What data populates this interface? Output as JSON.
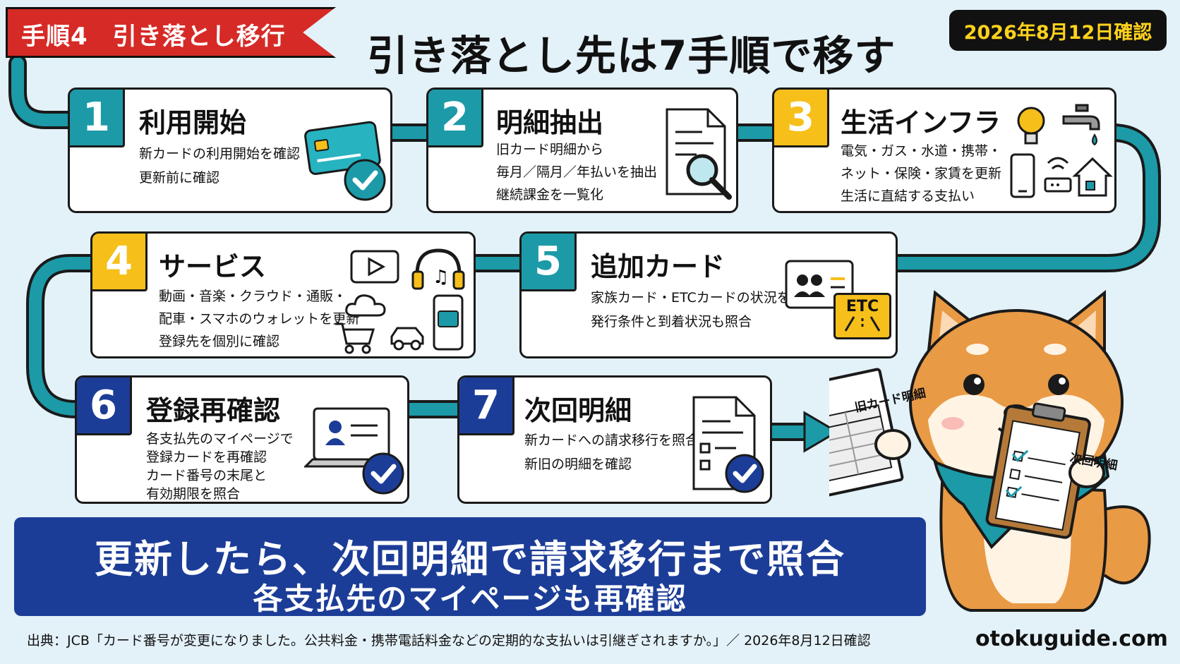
{
  "header": {
    "ribbon": "手順4　引き落とし移行",
    "title": "引き落とし先は7手順で移す",
    "date_badge": "2026年8月12日確認"
  },
  "steps": [
    {
      "number": "1",
      "title": "利用開始",
      "lines": [
        "新カードの利用開始を確認",
        "更新前に確認"
      ],
      "color": "#1c9aa8"
    },
    {
      "number": "2",
      "title": "明細抽出",
      "lines": [
        "旧カード明細から",
        "毎月／隔月／年払いを抽出",
        "継続課金を一覧化"
      ],
      "color": "#1c9aa8"
    },
    {
      "number": "3",
      "title": "生活インフラ",
      "lines": [
        "電気・ガス・水道・携帯・",
        "ネット・保険・家賃を更新",
        "生活に直結する支払い"
      ],
      "color": "#f6bf1a"
    },
    {
      "number": "4",
      "title": "サービス",
      "lines": [
        "動画・音楽・クラウド・通販・",
        "配車・スマホのウォレットを更新",
        "登録先を個別に確認"
      ],
      "color": "#f6bf1a"
    },
    {
      "number": "5",
      "title": "追加カード",
      "lines": [
        "家族カード・ETCカードの状況を確認",
        "発行条件と到着状況も照合"
      ],
      "color": "#1c9aa8"
    },
    {
      "number": "6",
      "title": "登録再確認",
      "lines": [
        "各支払先のマイページで",
        "登録カードを再確認",
        "カード番号の末尾と",
        "有効期限を照合"
      ],
      "color": "#1c3d97"
    },
    {
      "number": "7",
      "title": "次回明細",
      "lines": [
        "新カードへの請求移行を照合",
        "新旧の明細を確認"
      ],
      "color": "#1c3d97"
    }
  ],
  "icons": {
    "etc_label": "ETC",
    "old_statement_label": "旧カード明細",
    "next_statement_label": "次回明細"
  },
  "banner": {
    "line1": "更新したら、次回明細で請求移行まで照合",
    "line2": "各支払先のマイページも再確認"
  },
  "footer": {
    "source": "出典：JCB「カード番号が変更になりました。公共料金・携帯電話料金などの定期的な支払いは引継ぎされますか。」／ 2026年8月12日確認",
    "site": "otokuguide.com"
  },
  "colors": {
    "teal": "#1c9aa8",
    "yellow": "#f6bf1a",
    "navy": "#1c3d97",
    "red": "#d62a26",
    "background": "#e3f1f8"
  }
}
